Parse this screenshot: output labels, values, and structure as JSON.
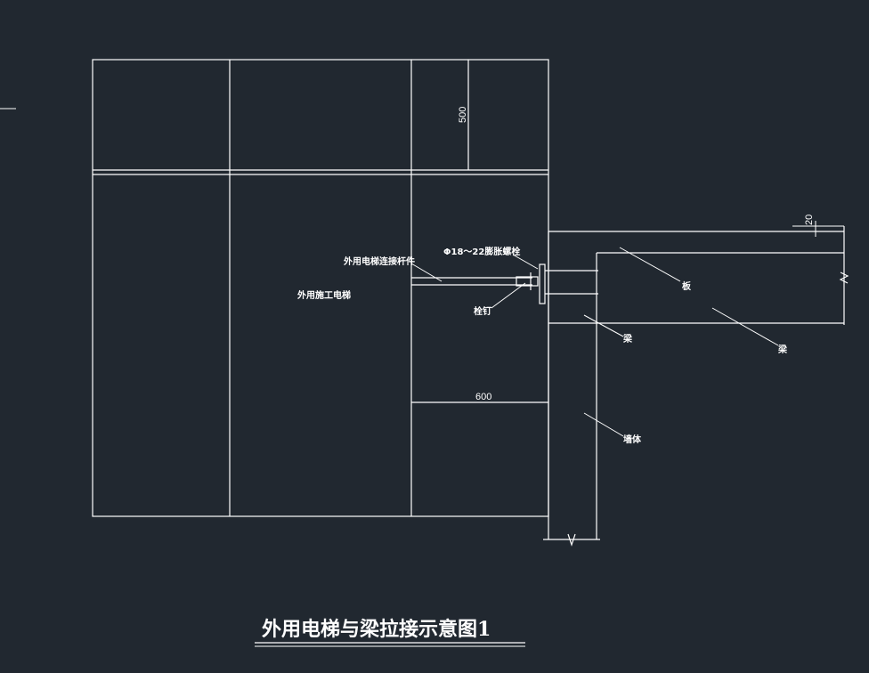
{
  "drawing": {
    "title": "外用电梯与梁拉接示意图1",
    "colors": {
      "background": "#212830",
      "lines": "#ffffff"
    },
    "labels": {
      "connector": "外用电梯连接杆件",
      "elevator": "外用施工电梯",
      "bolt": "Φ18～22膨胀螺栓",
      "nail": "栓钉",
      "slab": "板",
      "beam_small": "梁",
      "beam": "梁",
      "wall": "墙体"
    },
    "dimensions": {
      "height_500": "500",
      "width_600": "600",
      "offset_20": "20"
    }
  }
}
